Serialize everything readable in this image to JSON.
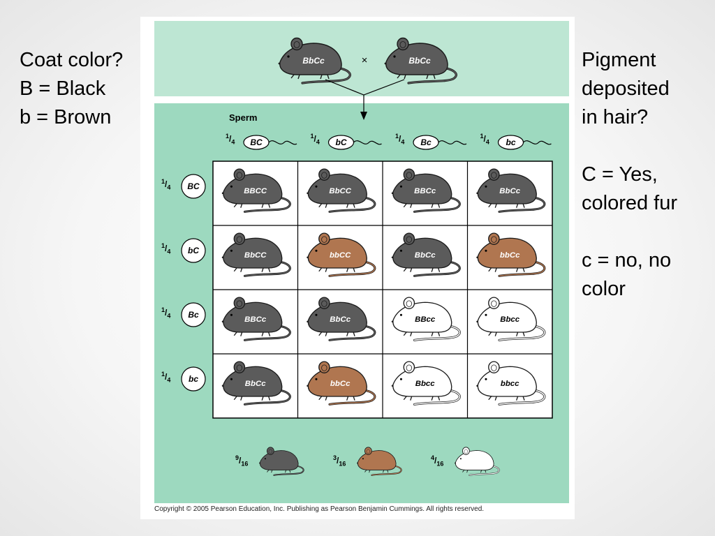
{
  "left_text": [
    "Coat color?",
    "B = Black",
    "b = Brown"
  ],
  "right_text": [
    "Pigment",
    "deposited",
    "in hair?",
    "",
    "C = Yes,",
    "colored fur",
    "",
    "c = no, no",
    "color"
  ],
  "parents": {
    "left_genotype": "BbCc",
    "cross_symbol": "×",
    "right_genotype": "BbCc"
  },
  "sperm_label": "Sperm",
  "sperm_gametes": [
    {
      "num": "1",
      "den": "4",
      "label": "BC"
    },
    {
      "num": "1",
      "den": "4",
      "label": "bC"
    },
    {
      "num": "1",
      "den": "4",
      "label": "Bc"
    },
    {
      "num": "1",
      "den": "4",
      "label": "bc"
    }
  ],
  "egg_gametes": [
    {
      "num": "1",
      "den": "4",
      "label": "BC"
    },
    {
      "num": "1",
      "den": "4",
      "label": "bC"
    },
    {
      "num": "1",
      "den": "4",
      "label": "Bc"
    },
    {
      "num": "1",
      "den": "4",
      "label": "bc"
    }
  ],
  "grid": [
    [
      {
        "g": "BBCC",
        "c": "black"
      },
      {
        "g": "BbCC",
        "c": "black"
      },
      {
        "g": "BBCc",
        "c": "black"
      },
      {
        "g": "BbCc",
        "c": "black"
      }
    ],
    [
      {
        "g": "BbCC",
        "c": "black"
      },
      {
        "g": "bbCC",
        "c": "brown"
      },
      {
        "g": "BbCc",
        "c": "black"
      },
      {
        "g": "bbCc",
        "c": "brown"
      }
    ],
    [
      {
        "g": "BBCc",
        "c": "black"
      },
      {
        "g": "BbCc",
        "c": "black"
      },
      {
        "g": "BBcc",
        "c": "white"
      },
      {
        "g": "Bbcc",
        "c": "white"
      }
    ],
    [
      {
        "g": "BbCc",
        "c": "black"
      },
      {
        "g": "bbCc",
        "c": "brown"
      },
      {
        "g": "Bbcc",
        "c": "white"
      },
      {
        "g": "bbcc",
        "c": "white"
      }
    ]
  ],
  "ratios": [
    {
      "num": "9",
      "den": "16",
      "color": "black"
    },
    {
      "num": "3",
      "den": "16",
      "color": "brown"
    },
    {
      "num": "4",
      "den": "16",
      "color": "white"
    }
  ],
  "copyright": "Copyright ©  2005 Pearson Education, Inc. Publishing as Pearson Benjamin Cummings. All rights reserved.",
  "colors": {
    "black": "#5b5b5b",
    "brown": "#b07650",
    "white": "#ffffff",
    "parents_band": "#bde6d3",
    "main_band": "#9dd9bf"
  }
}
